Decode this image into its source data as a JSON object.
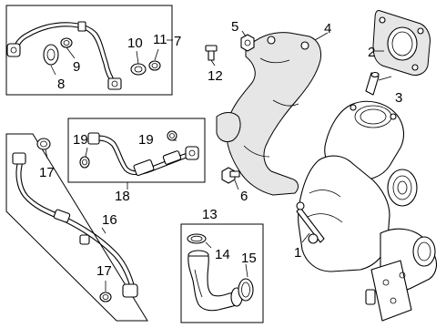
{
  "callouts": {
    "c1": "1",
    "c2": "2",
    "c3": "3",
    "c4": "4",
    "c5": "5",
    "c6": "6",
    "c7": "7",
    "c8": "8",
    "c9": "9",
    "c10": "10",
    "c11": "11",
    "c12": "12",
    "c13": "13",
    "c14": "14",
    "c15": "15",
    "c16": "16",
    "c17a": "17",
    "c17b": "17",
    "c18": "18",
    "c19a": "19",
    "c19b": "19"
  }
}
